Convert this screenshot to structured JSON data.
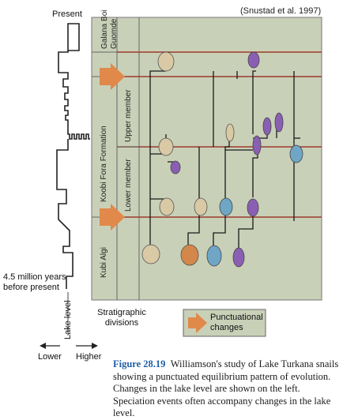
{
  "credit": "(Snustad et al. 1997)",
  "lake_level": {
    "present_label": "Present",
    "time_label": "4.5 million years before present",
    "axis_label": "Lake level",
    "lower_label": "Lower",
    "higher_label": "Higher"
  },
  "stratigraphy": {
    "divisions_label": "Stratigraphic divisions",
    "units": [
      "Galana Boi",
      "Guomde",
      "Upper member",
      "Lower member",
      "Koobi Fora Formation",
      "Kubi Algi"
    ]
  },
  "legend": {
    "label": "Punctuational changes"
  },
  "caption": {
    "figure_number": "Figure 28.19",
    "text": "Williamson's study of Lake Turkana snails showing a punctuated equilibrium pattern of evolution. Changes in the lake level are shown on the left. Speciation events often accompany changes in the lake level."
  },
  "colors": {
    "panel": "#c9d0b8",
    "boundary": "#9c3a2c",
    "arrow": "#e0894a",
    "lineage": "#1a1a1a",
    "snail_beige": "#d9c9a4",
    "snail_orange": "#d4874a",
    "snail_blue": "#6fa6c6",
    "snail_purple": "#8a5fb3"
  }
}
